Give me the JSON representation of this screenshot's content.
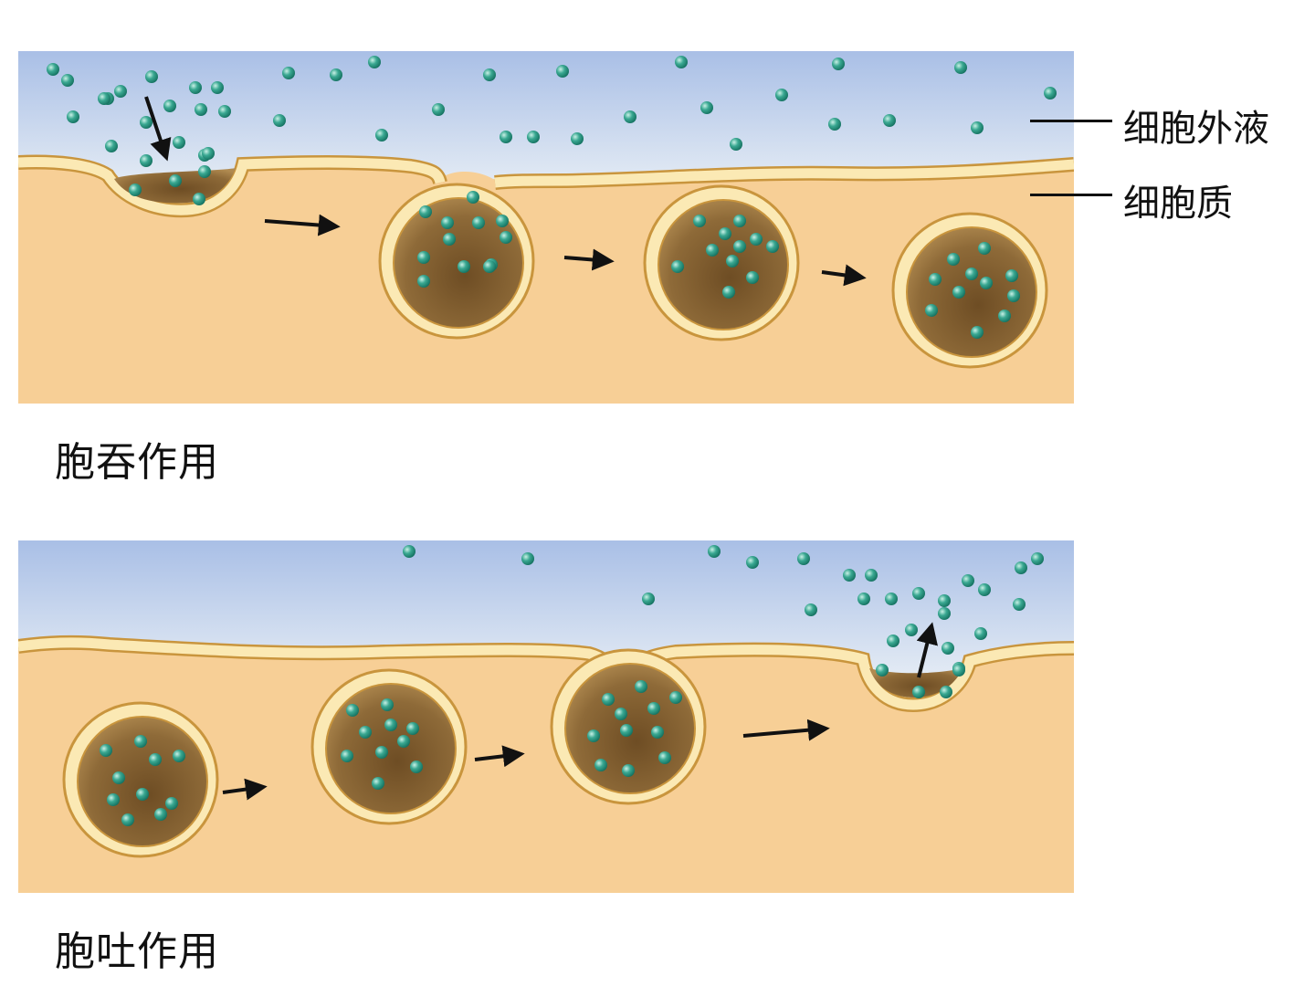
{
  "labels": {
    "extracellular": "细胞外液",
    "cytoplasm": "细胞质"
  },
  "captions": {
    "endocytosis": "胞吞作用",
    "exocytosis": "胞吐作用"
  },
  "colors": {
    "fluid_top": "#aac0e6",
    "fluid_bottom": "#eaf1f7",
    "cytoplasm": "#f7cf96",
    "membrane_fill": "#fbe9b4",
    "membrane_edge": "#c9953d",
    "vesicle_inner": "#7e5a2e",
    "particle": "#2f9a86"
  }
}
